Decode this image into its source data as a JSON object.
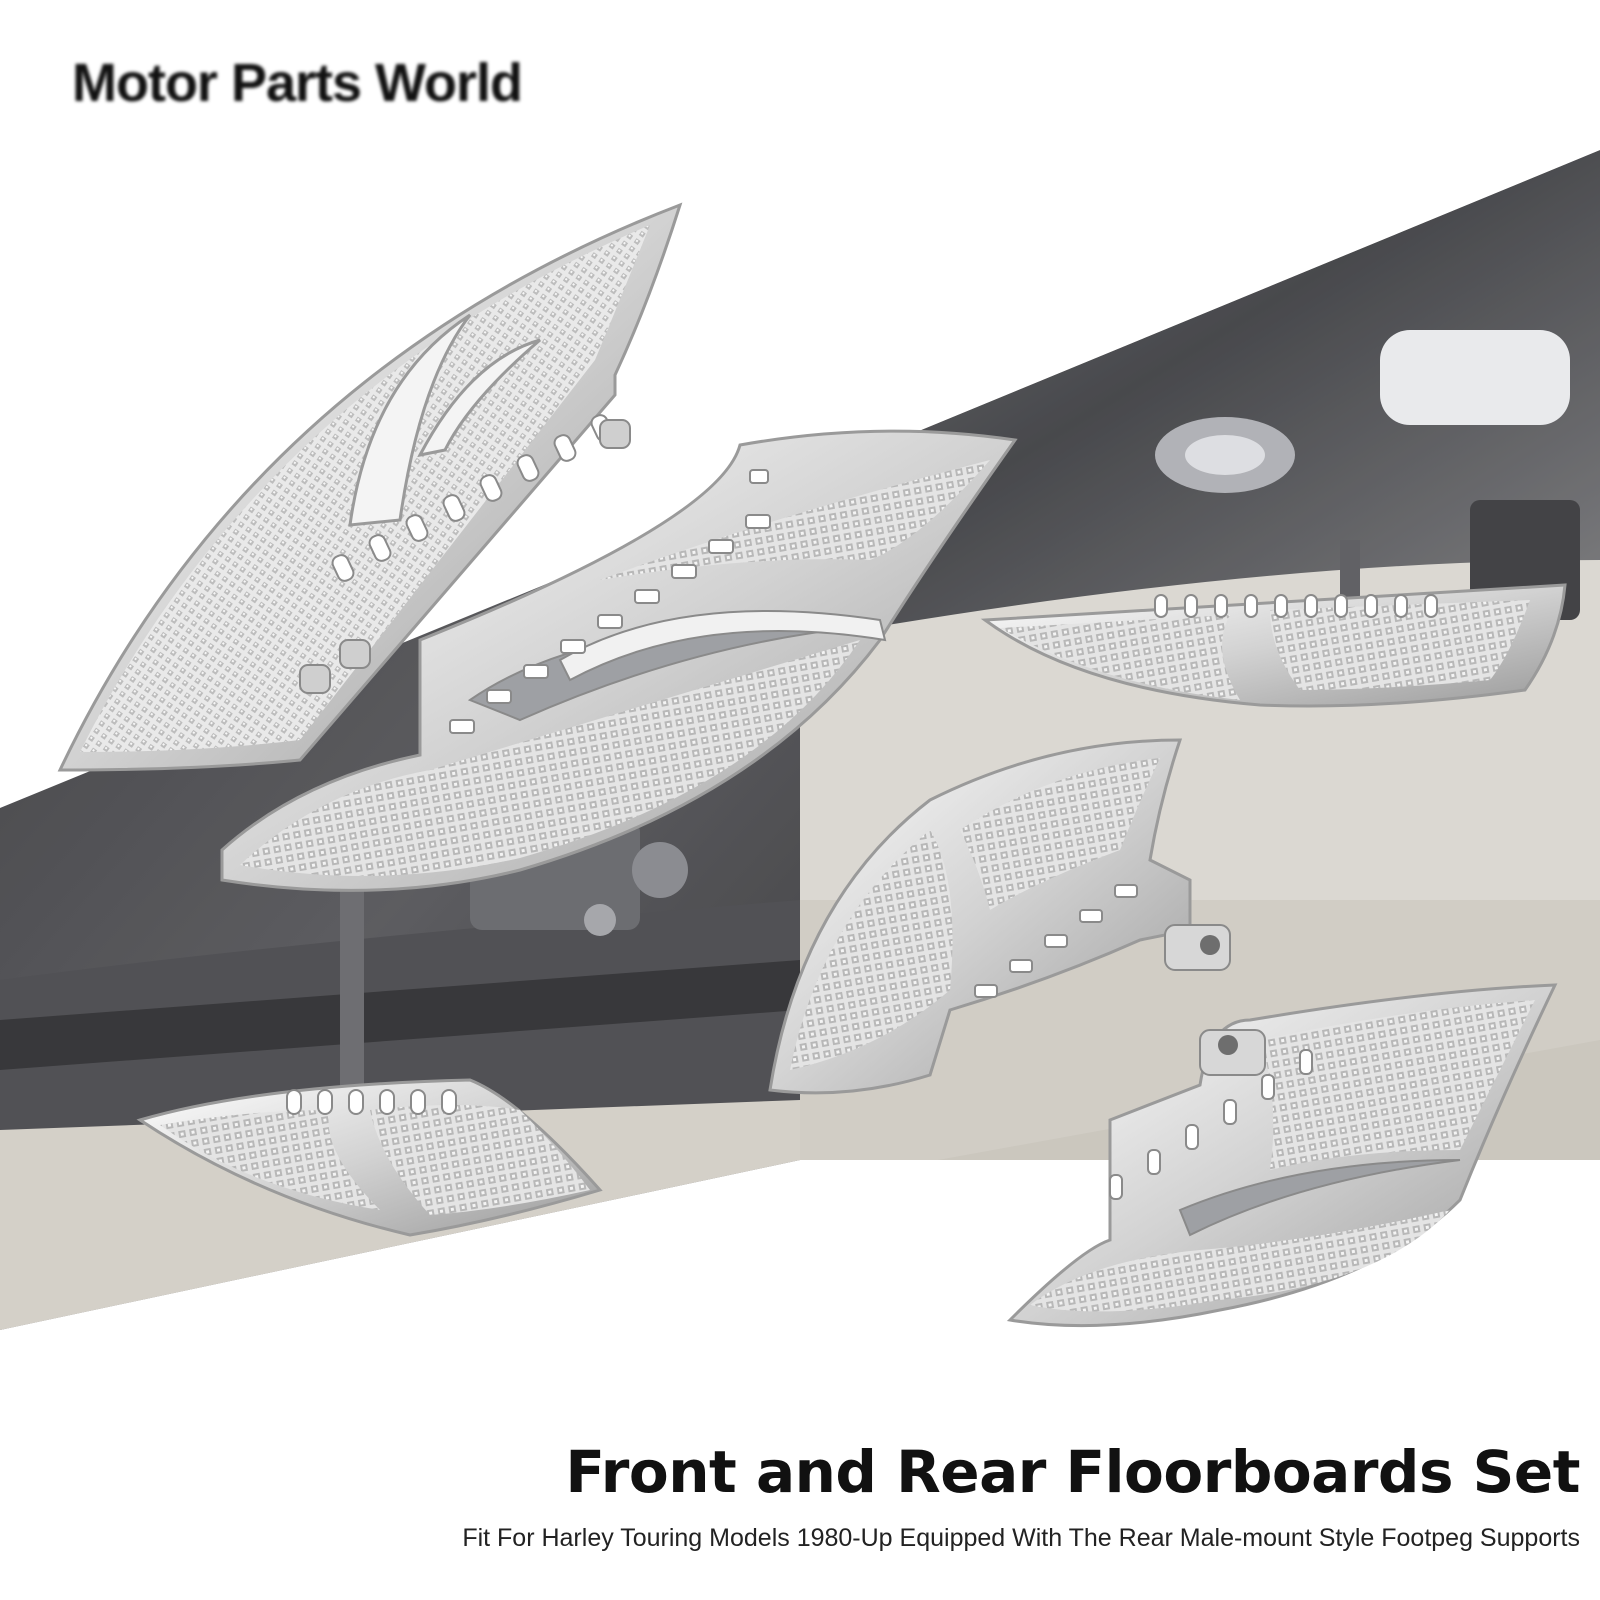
{
  "brand": {
    "name": "Motor Parts World"
  },
  "product": {
    "title": "Front and Rear Floorboards Set",
    "subtitle": "Fit For Harley Touring Models 1980-Up Equipped With The Rear Male-mount Style Footpeg Supports"
  },
  "colors": {
    "background": "#ffffff",
    "chrome_light": "#f2f2f2",
    "chrome_mid": "#cfcfcf",
    "chrome_dark": "#8f8f8f",
    "photo_dark": "#3a3a3c",
    "photo_floor": "#d9d6cf",
    "text": "#111111"
  }
}
